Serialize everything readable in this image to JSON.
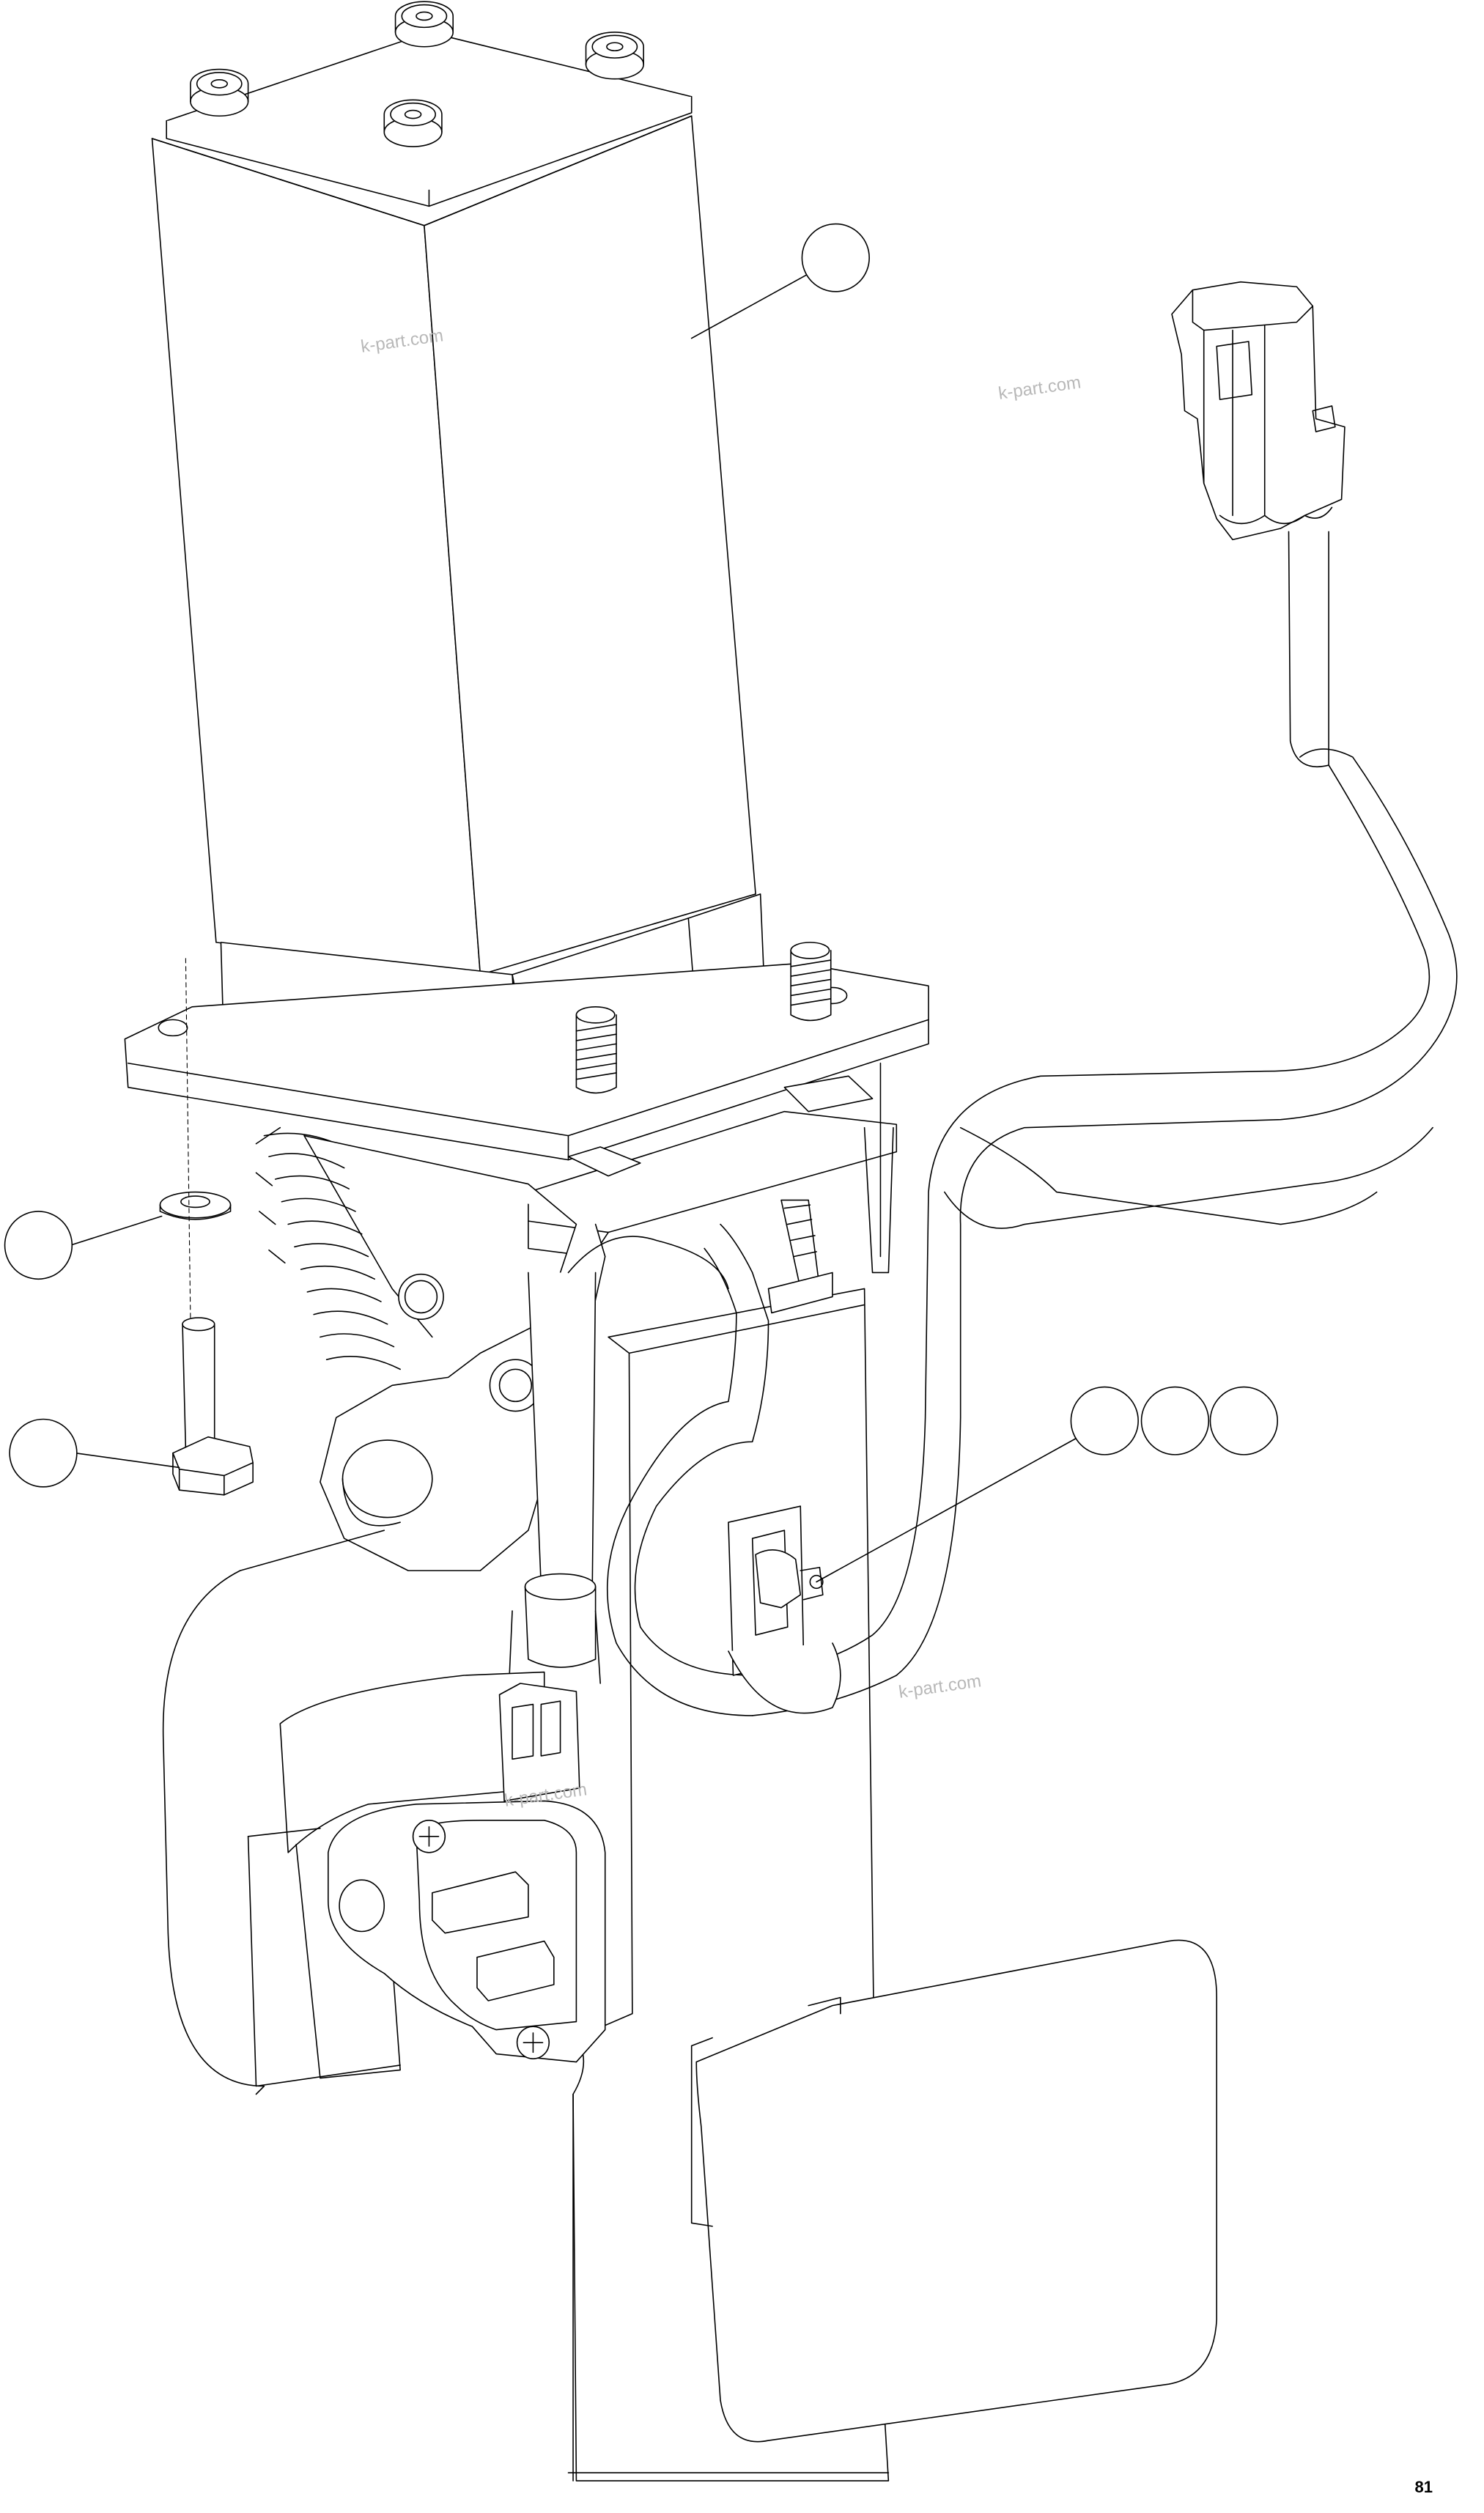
{
  "watermarks": [
    "k-part.com",
    "k-part.com",
    "k-part.com",
    "k-part.com"
  ],
  "figure_number": "81",
  "callouts": [
    {
      "id": "actuator-body",
      "label": ""
    },
    {
      "id": "washer",
      "label": ""
    },
    {
      "id": "bolt",
      "label": ""
    },
    {
      "id": "nut-group-1",
      "label": ""
    },
    {
      "id": "nut-group-2",
      "label": ""
    },
    {
      "id": "nut-group-3",
      "label": ""
    }
  ],
  "colors": {
    "line": "#000000",
    "background": "#ffffff",
    "watermark": "#b8b8b8"
  }
}
